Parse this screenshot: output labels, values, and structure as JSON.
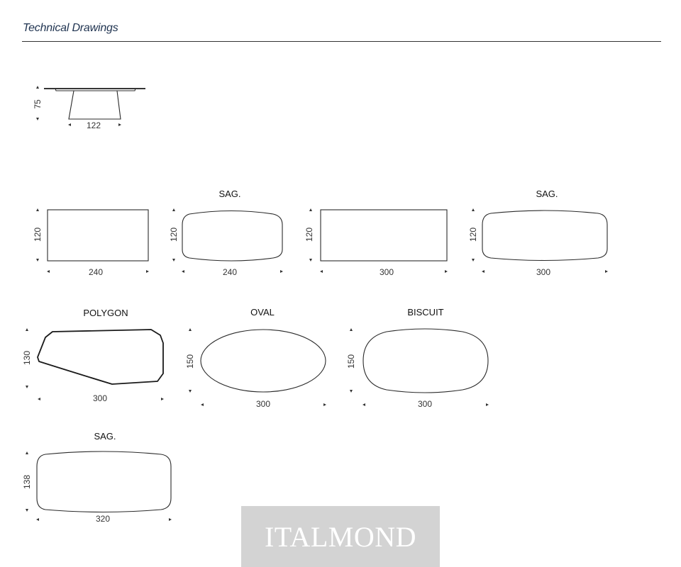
{
  "header": {
    "title": "Technical Drawings"
  },
  "drawings": {
    "side_view": {
      "height": "75",
      "width": "122"
    },
    "table_240_rect": {
      "label": "",
      "height": "120",
      "width": "240"
    },
    "table_240_sag": {
      "label": "SAG.",
      "height": "120",
      "width": "240"
    },
    "table_300_rect": {
      "label": "",
      "height": "120",
      "width": "300"
    },
    "table_300_sag": {
      "label": "SAG.",
      "height": "120",
      "width": "300"
    },
    "table_polygon": {
      "label": "POLYGON",
      "height": "130",
      "width": "300"
    },
    "table_oval": {
      "label": "OVAL",
      "height": "150",
      "width": "300"
    },
    "table_biscuit": {
      "label": "BISCUIT",
      "height": "150",
      "width": "300"
    },
    "table_320_sag": {
      "label": "SAG.",
      "height": "138",
      "width": "320"
    }
  },
  "watermark": {
    "text": "ITALMOND"
  }
}
